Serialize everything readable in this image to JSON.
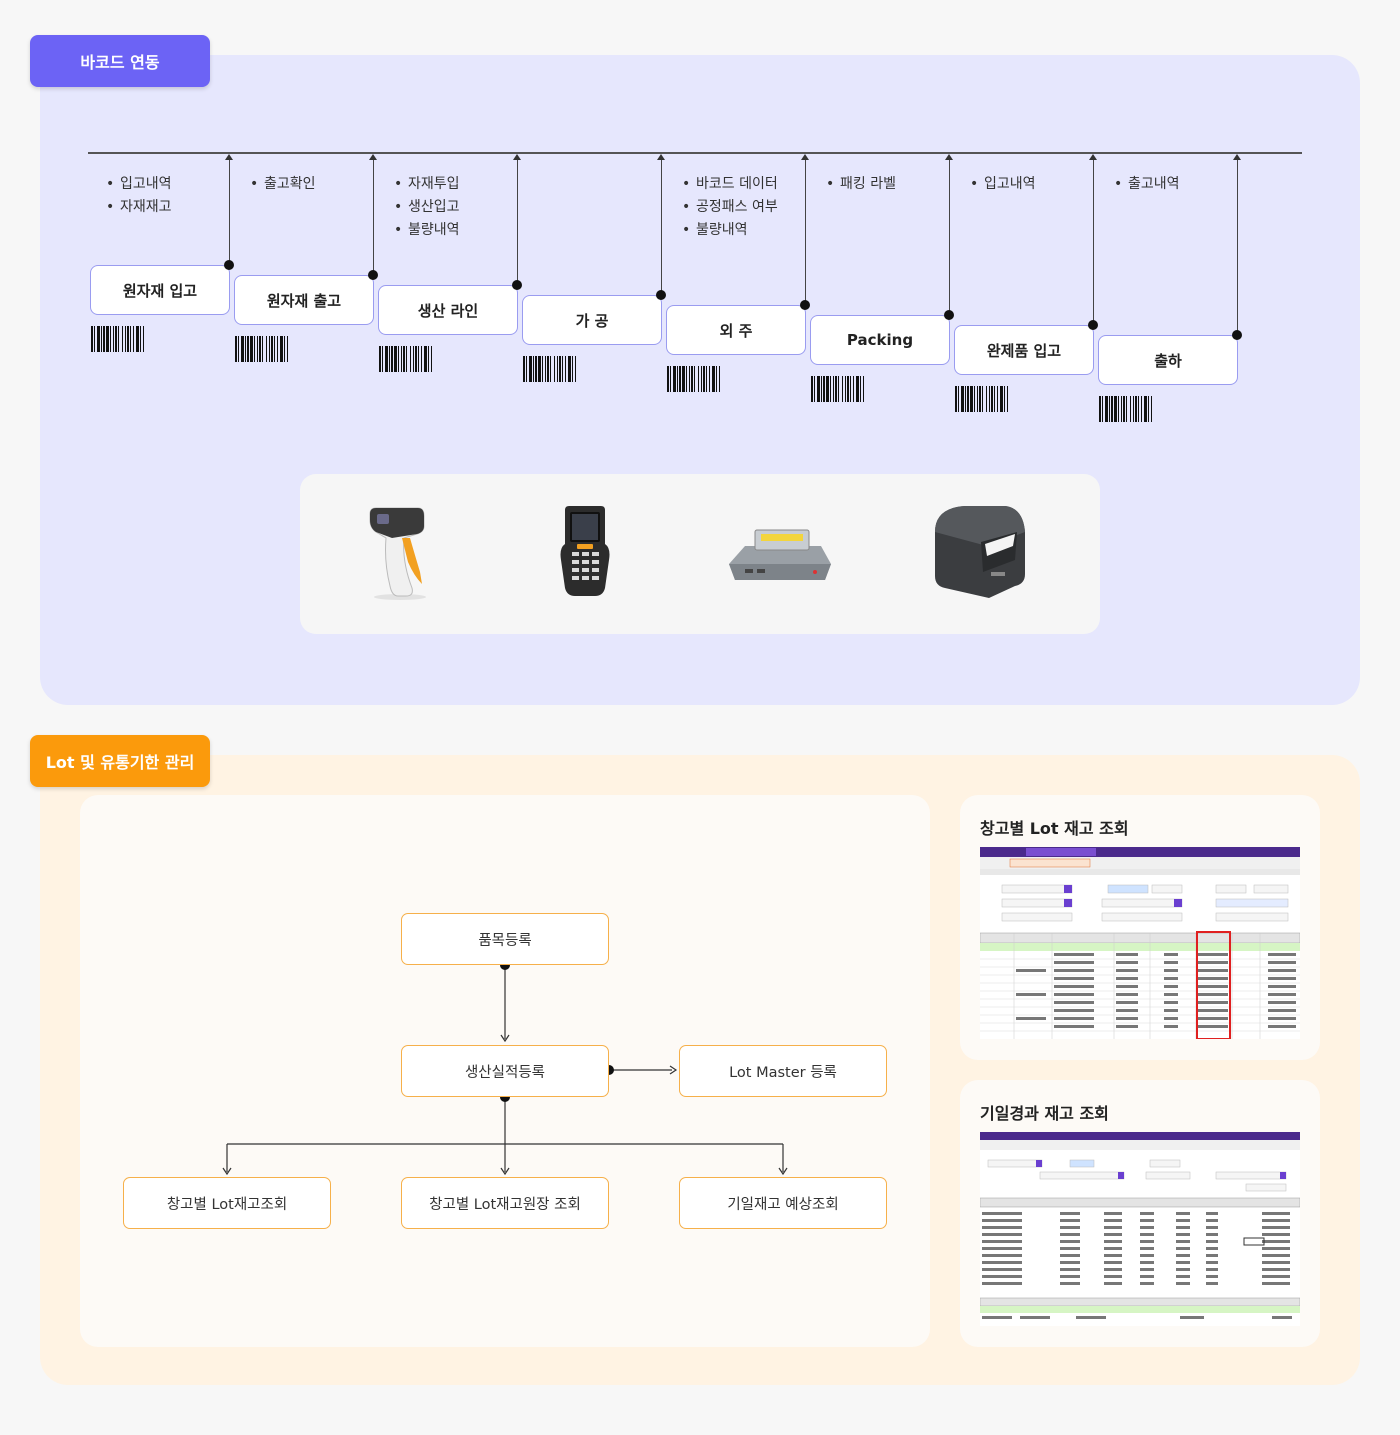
{
  "barcode_section": {
    "tag": "바코드 연동",
    "steps": [
      {
        "label": "원자재 입고",
        "notes": [
          "입고내역",
          "자재재고"
        ]
      },
      {
        "label": "원자재 출고",
        "notes": [
          "출고확인"
        ]
      },
      {
        "label": "생산 라인",
        "notes": [
          "자재투입",
          "생산입고",
          "불량내역"
        ]
      },
      {
        "label": "가 공",
        "notes": []
      },
      {
        "label": "외 주",
        "notes": [
          "바코드 데이터",
          "공정패스 여부",
          "불량내역"
        ]
      },
      {
        "label": "Packing",
        "notes": [
          "패킹 라벨"
        ]
      },
      {
        "label": "완제품 입고",
        "notes": [
          "입고내역"
        ]
      },
      {
        "label": "출하",
        "notes": [
          "출고내역"
        ]
      }
    ],
    "devices": [
      "barcode-scanner",
      "handheld-terminal",
      "fixed-scanner",
      "label-printer"
    ]
  },
  "lot_section": {
    "tag": "Lot 및 유통기한 관리",
    "flow": {
      "item_register": "품목등록",
      "production_register": "생산실적등록",
      "lot_master": "Lot Master 등록",
      "warehouse_lot_query": "창고별 Lot재고조회",
      "warehouse_lot_ledger": "창고별 Lot재고원장 조회",
      "expiry_forecast": "기일재고 예상조회"
    },
    "cards": [
      {
        "title": "창고별 Lot 재고 조회"
      },
      {
        "title": "기일경과 재고 조회"
      }
    ]
  },
  "colors": {
    "accent_purple": "#6c63f5",
    "accent_orange": "#fb9a0c",
    "box_border_orange": "#f6b04a"
  }
}
